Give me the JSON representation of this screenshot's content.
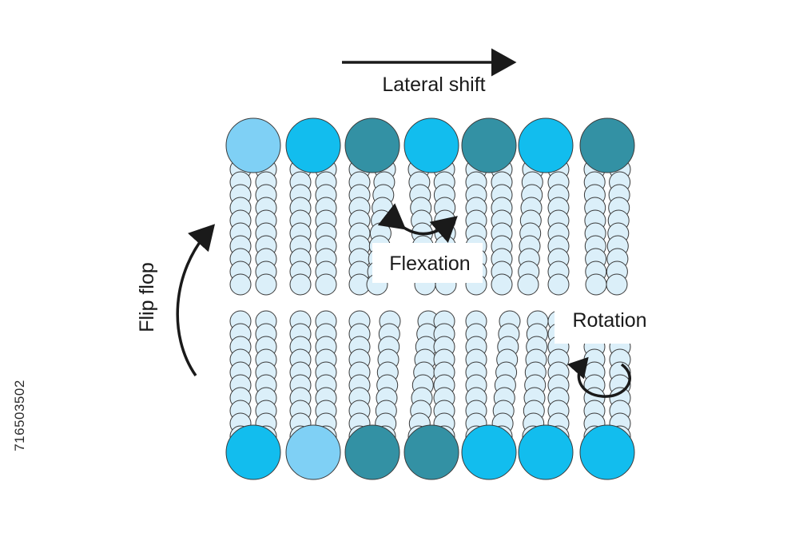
{
  "labels": {
    "lateral_shift": "Lateral shift",
    "flexation": "Flexation",
    "rotation": "Rotation",
    "flip_flop": "Flip flop"
  },
  "stock_id": "716503502",
  "colors": {
    "head_light": "#7fd0f5",
    "head_bright": "#12bdee",
    "head_teal": "#3391a4",
    "tail_fill": "#dbeff9",
    "outline": "#3a3a3a",
    "arrow": "#1a1a1a"
  },
  "membrane": {
    "top_heads": [
      "head_light",
      "head_bright",
      "head_teal",
      "head_bright",
      "head_teal",
      "head_bright",
      "head_teal"
    ],
    "bottom_heads": [
      "head_bright",
      "head_light",
      "head_teal",
      "head_teal",
      "head_bright",
      "head_bright",
      "head_bright"
    ]
  }
}
